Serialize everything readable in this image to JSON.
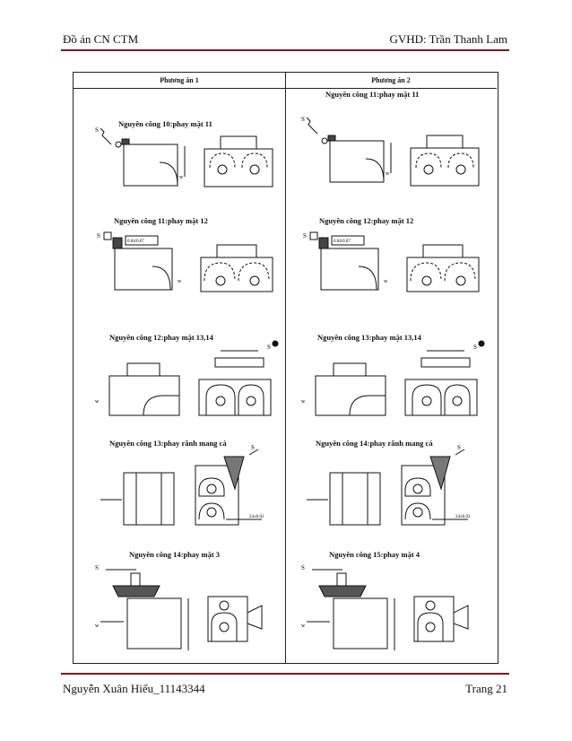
{
  "header": {
    "left": "Đồ án CN CTM",
    "right": "GVHD:  Trần  Thanh  Lam"
  },
  "footer": {
    "left": "Nguyễn Xuân Hiếu_11143344",
    "right": "Trang  21"
  },
  "table": {
    "col1": "Phương án 1",
    "col2": "Phương án 2",
    "col1_ops": [
      "Nguyên công 10:phay mặt 11",
      "Nguyên công 11:phay mặt 12",
      "Nguyên công 12:phay mặt 13,14",
      "Nguyên công 13:phay rãnh mang cá",
      "Nguyên công 14:phay mặt 3"
    ],
    "col2_ops": [
      "Nguyên công 11:phay mặt 11",
      "Nguyên công 12:phay mặt 12",
      "Nguyên công 13:phay mặt 13,14",
      "Nguyên công 14:phay rãnh mang cá",
      "Nguyên công 15:phay mặt 4"
    ]
  },
  "drawing_labels": {
    "tolerance_1": "0.04/0.07",
    "tolerance_2": "0.04/0.07",
    "dim_1": "24±0.02",
    "dim_2": "24±0.02",
    "s_label": "S",
    "w_label": "w"
  }
}
